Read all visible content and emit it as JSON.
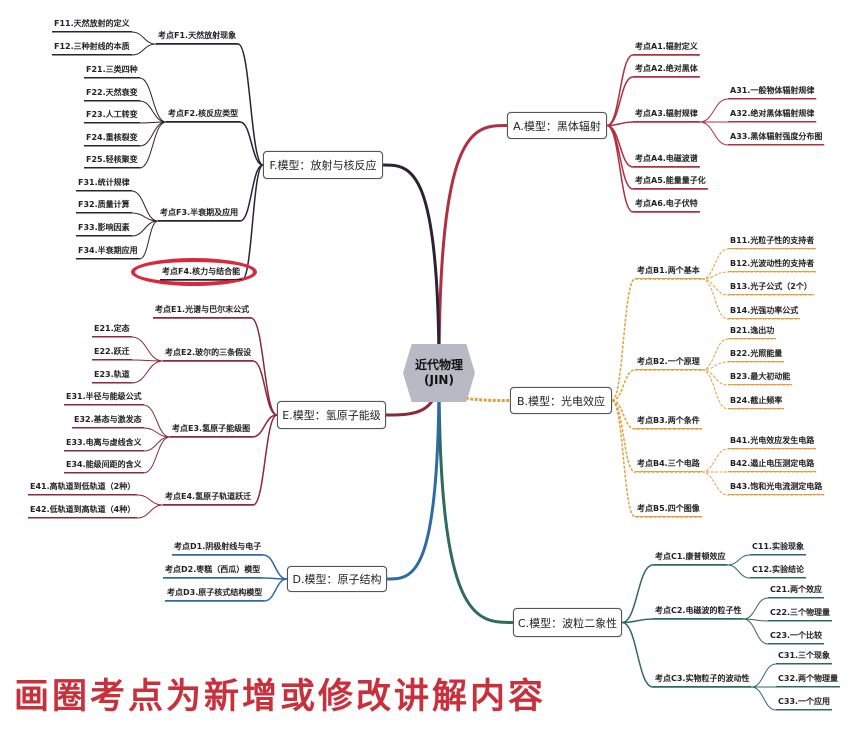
{
  "center": {
    "title": "近代物理",
    "subtitle": "(JIN)"
  },
  "branches": {
    "A": {
      "label": "A.模型：黑体辐射",
      "color": "#b03040",
      "topics": [
        {
          "label": "考点A1.辐射定义",
          "subs": []
        },
        {
          "label": "考点A2.绝对黑体",
          "subs": []
        },
        {
          "label": "考点A3.辐射规律",
          "subs": [
            "A31.一般物体辐射规律",
            "A32.绝对黑体辐射规律",
            "A33.黑体辐射强度分布图"
          ]
        },
        {
          "label": "考点A4.电磁波谱",
          "subs": []
        },
        {
          "label": "考点A5.能量量子化",
          "subs": []
        },
        {
          "label": "考点A6.电子伏特",
          "subs": []
        }
      ]
    },
    "B": {
      "label": "B.模型：光电效应",
      "color": "#e2a040",
      "topics": [
        {
          "label": "考点B1.两个基本",
          "subs": [
            "B11.光粒子性的支持者",
            "B12.光波动性的支持者",
            "B13.光子公式（2个）",
            "B14.光强功率公式"
          ]
        },
        {
          "label": "考点B2.一个原理",
          "subs": [
            "B21.逸出功",
            "B22.光照能量",
            "B23.最大初动能",
            "B24.截止频率"
          ]
        },
        {
          "label": "考点B3.两个条件",
          "subs": []
        },
        {
          "label": "考点B4.三个电路",
          "subs": [
            "B41.光电效应发生电路",
            "B42.遏止电压测定电路",
            "B43.饱和光电流测定电路"
          ]
        },
        {
          "label": "考点B5.四个图像",
          "subs": []
        }
      ]
    },
    "C": {
      "label": "C.模型：波粒二象性",
      "color": "#2e6b5c",
      "topics": [
        {
          "label": "考点C1.康普顿效应",
          "subs": [
            "C11.实验现象",
            "C12.实验结论"
          ]
        },
        {
          "label": "考点C2.电磁波的粒子性",
          "subs": [
            "C21.两个效应",
            "C22.三个物理量",
            "C23.一个比较"
          ]
        },
        {
          "label": "考点C3.实物粒子的波动性",
          "subs": [
            "C31.三个现象",
            "C32.两个物理量",
            "C33.一个应用"
          ]
        }
      ]
    },
    "D": {
      "label": "D.模型：原子结构",
      "color": "#2f6aa8",
      "topics": [
        {
          "label": "考点D1.阴极射线与电子",
          "subs": []
        },
        {
          "label": "考点D2.枣糕（西瓜）模型",
          "subs": []
        },
        {
          "label": "考点D3.原子核式结构模型",
          "subs": []
        }
      ]
    },
    "E": {
      "label": "E.模型：氢原子能级",
      "color": "#8a2a3a",
      "topics": [
        {
          "label": "考点E1.光谱与巴尔末公式",
          "subs": []
        },
        {
          "label": "考点E2.玻尔的三条假设",
          "subs": [
            "E21.定态",
            "E22.跃迁",
            "E23.轨道"
          ]
        },
        {
          "label": "考点E3.氢原子能级图",
          "subs": [
            "E31.半径与能级公式",
            "E32.基态与激发态",
            "E33.电离与虚线含义",
            "E34.能级间距的含义"
          ]
        },
        {
          "label": "考点E4.氢原子轨道跃迁",
          "subs": [
            "E41.高轨道到低轨道（2种）",
            "E42.低轨道到高轨道（4种）"
          ]
        }
      ]
    },
    "F": {
      "label": "F.模型：放射与核反应",
      "color": "#2b2233",
      "topics": [
        {
          "label": "考点F1.天然放射现象",
          "subs": [
            "F11.天然放射的定义",
            "F12.三种射线的本质"
          ]
        },
        {
          "label": "考点F2.核反应类型",
          "subs": [
            "F21.三类四种",
            "F22.天然衰变",
            "F23.人工转变",
            "F24.重核裂变",
            "F25.轻核聚变"
          ]
        },
        {
          "label": "考点F3.半衰期及应用",
          "subs": [
            "F31.统计规律",
            "F32.质量计算",
            "F33.影响因素",
            "F34.半衰期应用"
          ]
        },
        {
          "label": "考点F4.核力与结合能",
          "subs": [],
          "circled": true
        }
      ]
    }
  },
  "highlight_color": "#d8283c",
  "caption": "画圈考点为新增或修改讲解内容"
}
